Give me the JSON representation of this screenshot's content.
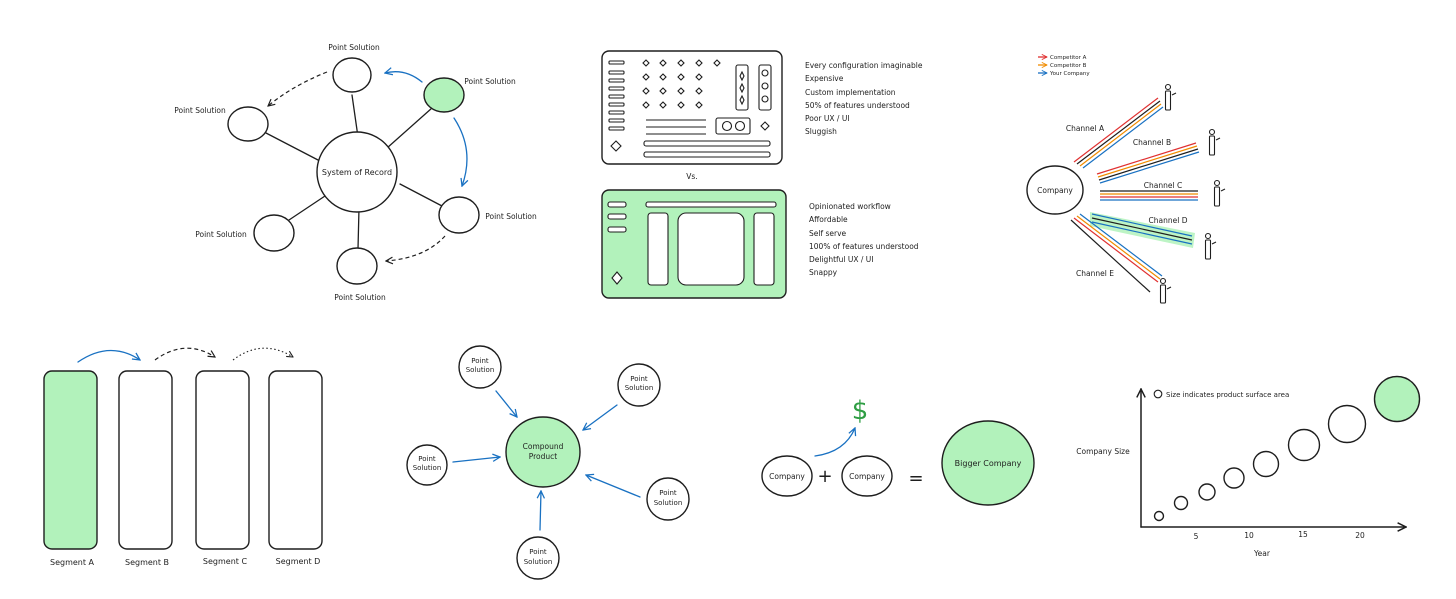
{
  "hub": {
    "center": "System of Record",
    "node_label": "Point Solution"
  },
  "comparison": {
    "vs": "Vs.",
    "legacy_traits": [
      "Every configuration imaginable",
      "Expensive",
      "Custom implementation",
      "50% of features understood",
      "Poor UX / UI",
      "Sluggish"
    ],
    "modern_traits": [
      "Opinionated workflow",
      "Affordable",
      "Self serve",
      "100% of features understood",
      "Delightful UX / UI",
      "Snappy"
    ]
  },
  "channels": {
    "legend": [
      {
        "label": "Competitor A",
        "color": "#e03131"
      },
      {
        "label": "Competitor B",
        "color": "#f08c00"
      },
      {
        "label": "Your Company",
        "color": "#1971c2"
      }
    ],
    "company": "Company",
    "channel_labels": [
      "Channel A",
      "Channel B",
      "Channel C",
      "Channel D",
      "Channel E"
    ]
  },
  "segments": {
    "labels": [
      "Segment A",
      "Segment B",
      "Segment C",
      "Segment D"
    ]
  },
  "compound": {
    "center_lines": [
      "Compound",
      "Product"
    ],
    "node_lines": [
      "Point",
      "Solution"
    ]
  },
  "equation": {
    "company": "Company",
    "plus": "+",
    "equals": "=",
    "result": "Bigger Company",
    "dollar": "$"
  },
  "growth_chart": {
    "legend": "Size indicates product surface area",
    "ylabel": "Company Size",
    "xlabel": "Year",
    "x_ticks": [
      "5",
      "10",
      "15",
      "20"
    ]
  },
  "colors": {
    "green_fill": "#b2f2bb",
    "blue_arrow": "#1971c2",
    "stroke": "#1e1e1e"
  }
}
